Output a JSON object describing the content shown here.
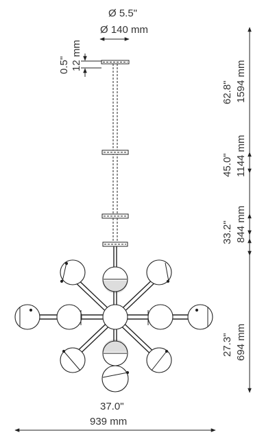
{
  "canopy_dim": {
    "inches": "Ø 5.5\"",
    "mm": "Ø 140 mm"
  },
  "canopy_height": {
    "inches": "0.5\"",
    "mm": "12 mm"
  },
  "heights": [
    {
      "inches": "62.8\"",
      "mm": "1594 mm"
    },
    {
      "inches": "45.0\"",
      "mm": "1144 mm"
    },
    {
      "inches": "33.2\"",
      "mm": "844 mm"
    },
    {
      "inches": "27.3\"",
      "mm": "694 mm"
    }
  ],
  "width": {
    "inches": "37.0\"",
    "mm": "939 mm"
  }
}
